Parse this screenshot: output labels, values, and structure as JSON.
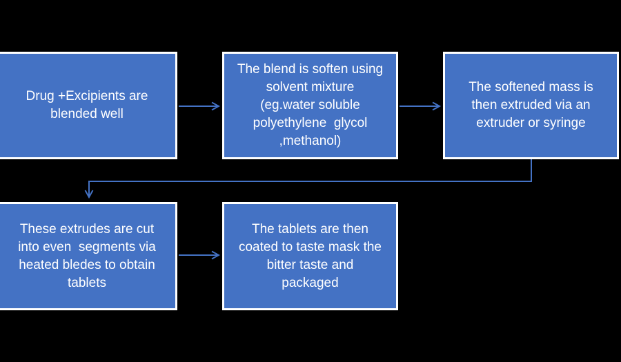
{
  "colors": {
    "background": "#000000",
    "box_fill": "#4472C4",
    "box_border": "#FFFFFF",
    "box_text": "#FFFFFF",
    "connector": "#4472C4"
  },
  "flowchart": {
    "steps": [
      {
        "id": "step-1",
        "lines": [
          "Drug +Excipients are",
          "blended well"
        ]
      },
      {
        "id": "step-2",
        "lines": [
          "The blend is soften using",
          "solvent mixture",
          "(eg.water soluble",
          "polyethylene  glycol",
          ",methanol)"
        ]
      },
      {
        "id": "step-3",
        "lines": [
          "The softened mass is",
          "then extruded via an",
          "extruder or syringe"
        ]
      },
      {
        "id": "step-4",
        "lines": [
          "These extrudes are cut",
          "into even  segments via",
          "heated bledes to obtain",
          "tablets"
        ]
      },
      {
        "id": "step-5",
        "lines": [
          "The tablets are then",
          "coated to taste mask the",
          "bitter taste and",
          "packaged"
        ]
      }
    ],
    "connectors": [
      {
        "from": "step-1",
        "to": "step-2",
        "type": "straight-arrow-right"
      },
      {
        "from": "step-2",
        "to": "step-3",
        "type": "straight-arrow-right"
      },
      {
        "from": "step-3",
        "to": "step-4",
        "type": "elbow-arrow-down-left-down"
      },
      {
        "from": "step-4",
        "to": "step-5",
        "type": "straight-arrow-right"
      }
    ]
  }
}
